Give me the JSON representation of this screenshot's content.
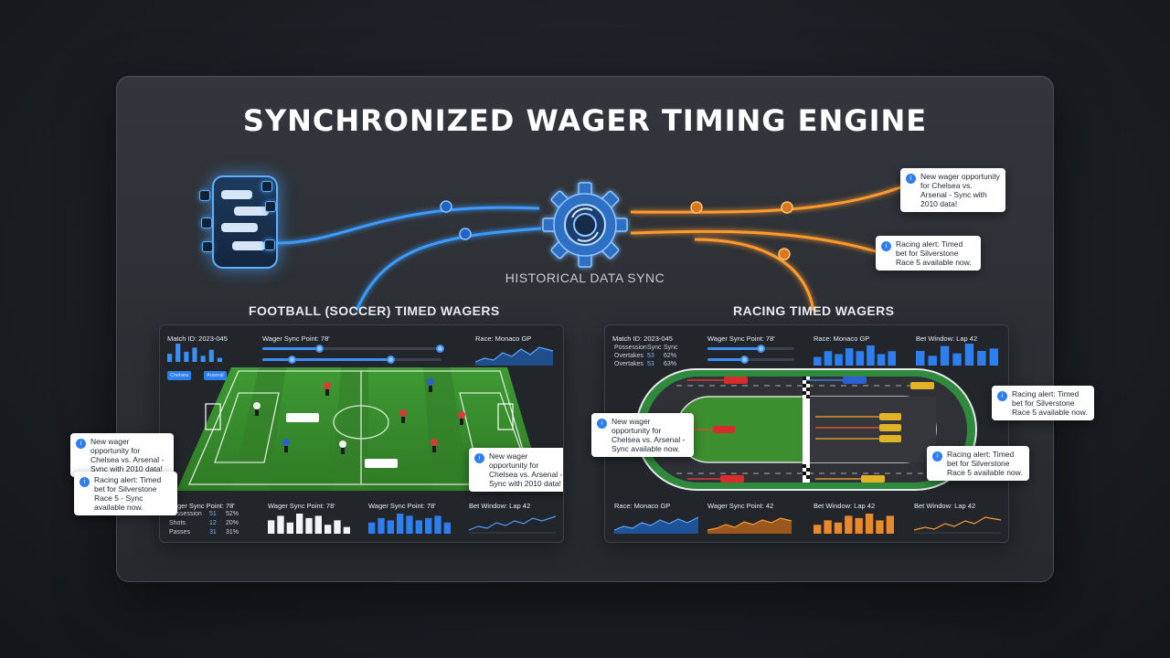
{
  "title": "SYNCHRONIZED WAGER TIMING ENGINE",
  "sync_label": "HISTORICAL DATA SYNC",
  "sections": {
    "football": "FOOTBALL (SOCCER) TIMED WAGERS",
    "racing": "RACING TIMED WAGERS"
  },
  "notes": {
    "top_right_1": "New wager opportunity for Chelsea vs. Arsenal - Sync with 2010 data!",
    "top_right_2": "Racing alert: Timed bet for Silverstone Race 5 available now.",
    "left_1": "New wager opportunity for Chelsea vs. Arsenal - Sync with 2010 data!",
    "left_2": "Racing alert: Timed bet for Silverstone Race 5 - Sync available now.",
    "pitch_note": "New wager opportunity for Chelsea vs. Arsenal - Sync with 2010 data!",
    "track_left": "New wager opportunity for Chelsea vs. Arsenal - Sync available now.",
    "track_right_1": "Racing alert: Timed bet for Silverstone Race 5 available now.",
    "track_right_2": "Racing alert: Timed bet for Silverstone Race 5 available now."
  },
  "football_panel": {
    "match_id": "Match ID: 2023-045",
    "wager_sync": "Wager Sync Point: 78'",
    "race": "Race: Monaco GP",
    "btn1": "Chelsea",
    "btn2": "Arsenal",
    "bottom": {
      "stats_title": "Wager Sync Point: 78'",
      "rows": [
        {
          "label": "Possession",
          "v1": "51",
          "v2": "52%"
        },
        {
          "label": "Shots",
          "v1": "12",
          "v2": "20%"
        },
        {
          "label": "Passes",
          "v1": "31",
          "v2": "31%"
        }
      ],
      "chart2_title": "Wager Sync Point: 78'",
      "chart3_title": "Wager Sync Point: 78'",
      "chart4_title": "Bet Window: Lap 42"
    }
  },
  "racing_panel": {
    "match_id": "Match ID: 2023-045",
    "wager_sync": "Wager Sync Point: 78'",
    "race": "Race: Monaco GP",
    "bet_window": "Bet Window: Lap 42",
    "rows": [
      {
        "label": "Possession",
        "v1": "Sync",
        "v2": "Sync"
      },
      {
        "label": "Overtakes",
        "v1": "53",
        "v2": "62%"
      },
      {
        "label": "Overtakes",
        "v1": "53",
        "v2": "63%"
      }
    ],
    "bottom": {
      "chart1_title": "Race: Monaco GP",
      "chart2_title": "Wager Sync Point: 42",
      "chart3_title": "Bet Window: Lap 42",
      "chart4_title": "Bet Window: Lap 42"
    }
  },
  "colors": {
    "blue_glow": "#3b9bff",
    "orange_glow": "#ff9a2e",
    "pitch": "#3a8a2f",
    "accent": "#2d7ff0"
  },
  "bars": {
    "fb_top": [
      4,
      9,
      5,
      7,
      3,
      6,
      2
    ],
    "fb_bottom_white": [
      6,
      8,
      5,
      9,
      7,
      8,
      4,
      6,
      3
    ],
    "fb_bottom_blue": [
      5,
      7,
      6,
      9,
      8,
      6,
      7,
      8,
      5
    ],
    "rc_top": [
      3,
      5,
      4,
      6,
      5,
      7,
      4,
      5
    ],
    "rc_top_r": [
      6,
      4,
      8,
      5,
      9,
      6,
      7
    ],
    "rc_orange": [
      4,
      6,
      5,
      8,
      7,
      9,
      6,
      8
    ]
  }
}
